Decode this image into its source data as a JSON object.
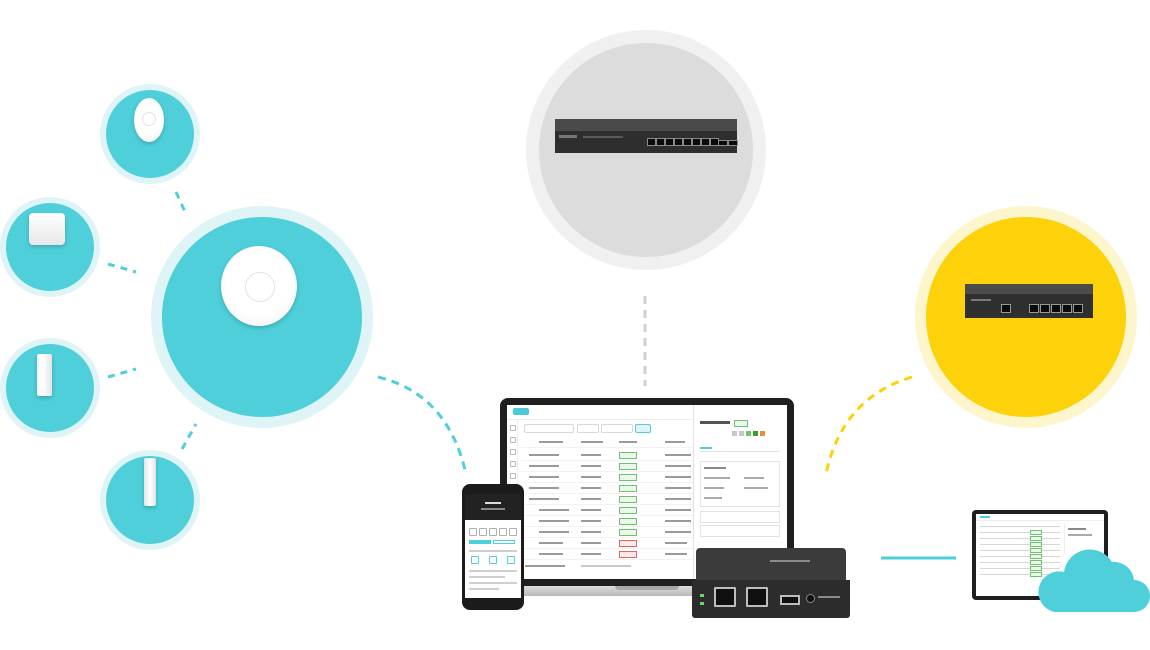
{
  "colors": {
    "teal": "#4ecfd9",
    "teal_halo": "#dff4f6",
    "grey": "#dcdcdc",
    "grey_halo": "#f0f0f0",
    "yellow": "#fdd20a",
    "yellow_halo": "#fdf5cc",
    "connector_teal": "#4ecfd9",
    "connector_grey": "#cfcfcf",
    "connector_yellow": "#fdd20a"
  },
  "devices": {
    "hub_access_point": "ceiling-access-point",
    "access_points": [
      "ceiling-access-point-small",
      "ceiling-access-point-box",
      "wall-plate-access-point",
      "outdoor-access-point"
    ],
    "switch": "poe-switch",
    "router": "vpn-router",
    "controller": "hardware-cloud-controller",
    "laptop": "laptop-management-console",
    "phone": "mobile-app",
    "cloud": "cloud-management"
  }
}
